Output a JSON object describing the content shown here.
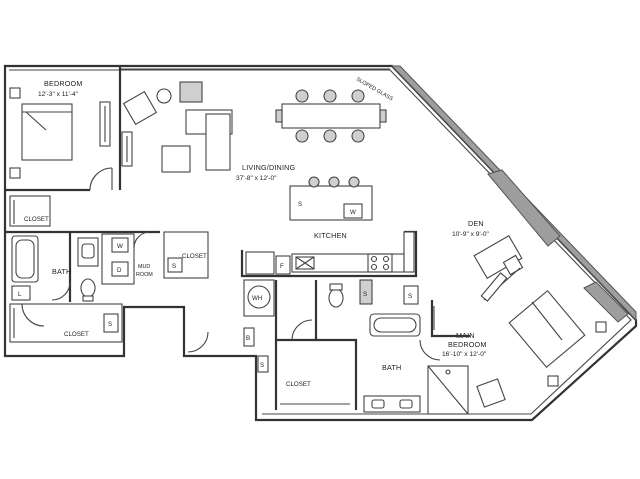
{
  "rooms": {
    "bedroom": {
      "name": "BEDROOM",
      "dims": "12'-3\" x 11'-4\""
    },
    "living": {
      "name": "LIVING/DINING",
      "dims": "37'-8\" x 12'-0\""
    },
    "kitchen": {
      "name": "KITCHEN"
    },
    "den": {
      "name": "DEN",
      "dims": "10'-9\" x 9'-0\""
    },
    "main_bedroom": {
      "name_line1": "MAIN",
      "name_line2": "BEDROOM",
      "dims": "16'-10\" x 12'-0\""
    },
    "bath_left": {
      "name": "BATH"
    },
    "bath_right": {
      "name": "BATH"
    },
    "mud_room": {
      "name_line1": "MUD",
      "name_line2": "ROOM"
    },
    "closet_bed": {
      "name": "CLOSET"
    },
    "closet_hall": {
      "name": "CLOSET"
    },
    "closet_mud": {
      "name": "CLOSET"
    },
    "closet_right": {
      "name": "CLOSET"
    }
  },
  "annotations": {
    "sloped_glass": "SLOPED GLASS"
  },
  "fixture_marks": {
    "storage": "S",
    "washer": "W",
    "dryer": "D",
    "linen": "L",
    "bench": "B",
    "fridge": "F",
    "water_heater": "WH"
  },
  "colors": {
    "wall": "#333333",
    "glass": "#9e9e9e",
    "fill_gray": "#cfcfcf"
  }
}
